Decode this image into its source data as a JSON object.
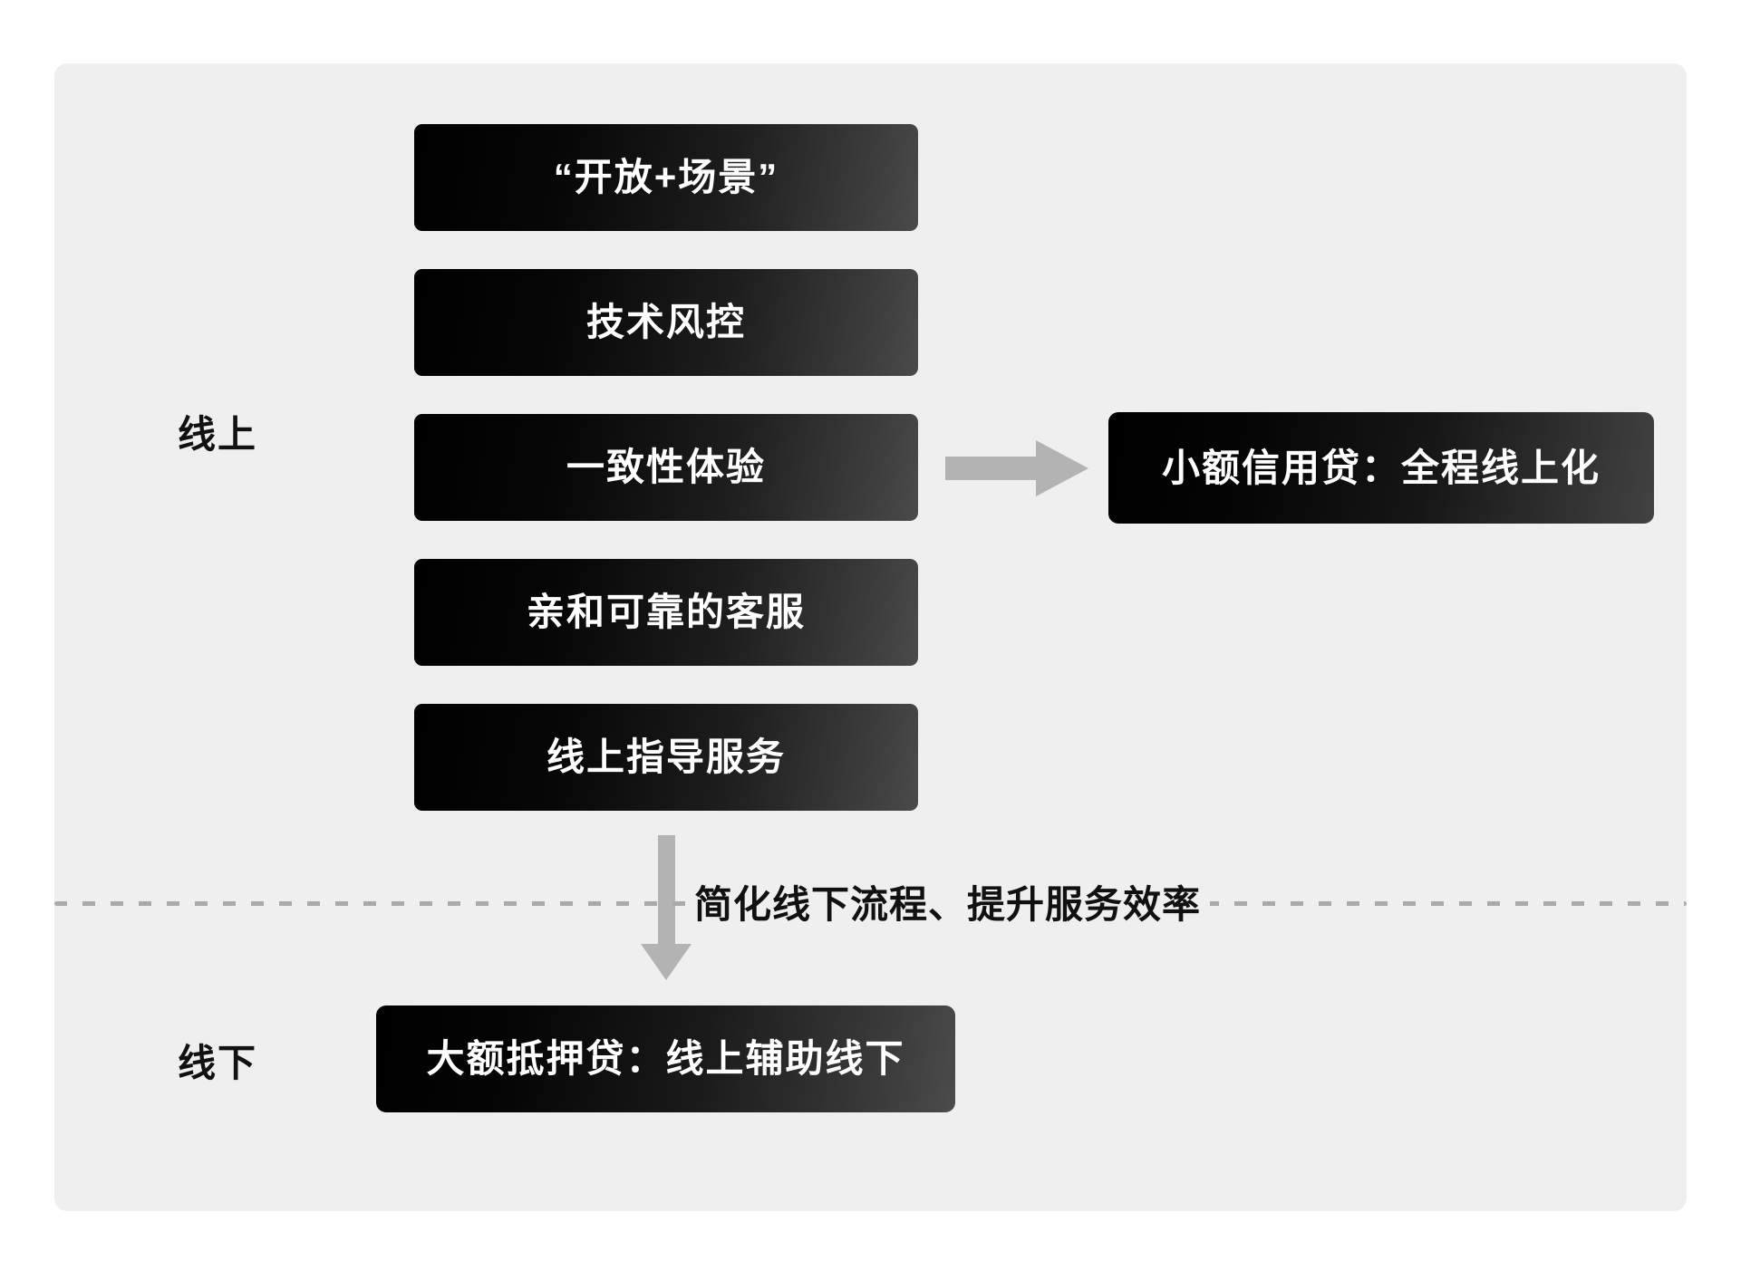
{
  "diagram": {
    "title_rows": {
      "online_label": "线上",
      "offline_label": "线下"
    },
    "online_capabilities": [
      {
        "label": "“开放+场景”"
      },
      {
        "label": "技术风控"
      },
      {
        "label": "一致性体验"
      },
      {
        "label": "亲和可靠的客服"
      },
      {
        "label": "线上指导服务"
      }
    ],
    "outcomes": {
      "online": "小额信用贷：全程线上化",
      "offline": "大额抵押贷：线上辅助线下"
    },
    "divider": {
      "caption": "简化线下流程、提升服务效率"
    },
    "connectors": {
      "right_arrow_name": "arrow-right",
      "down_arrow_name": "arrow-down"
    },
    "colors": {
      "panel_background": "#efefef",
      "pill_dark": "#000000",
      "pill_light_end": "#4a4a4a",
      "arrow_grey": "#b3b3b3",
      "divider_grey": "#aaaaaa",
      "text_on_dark": "#ffffff",
      "text_on_light": "#111111"
    }
  }
}
